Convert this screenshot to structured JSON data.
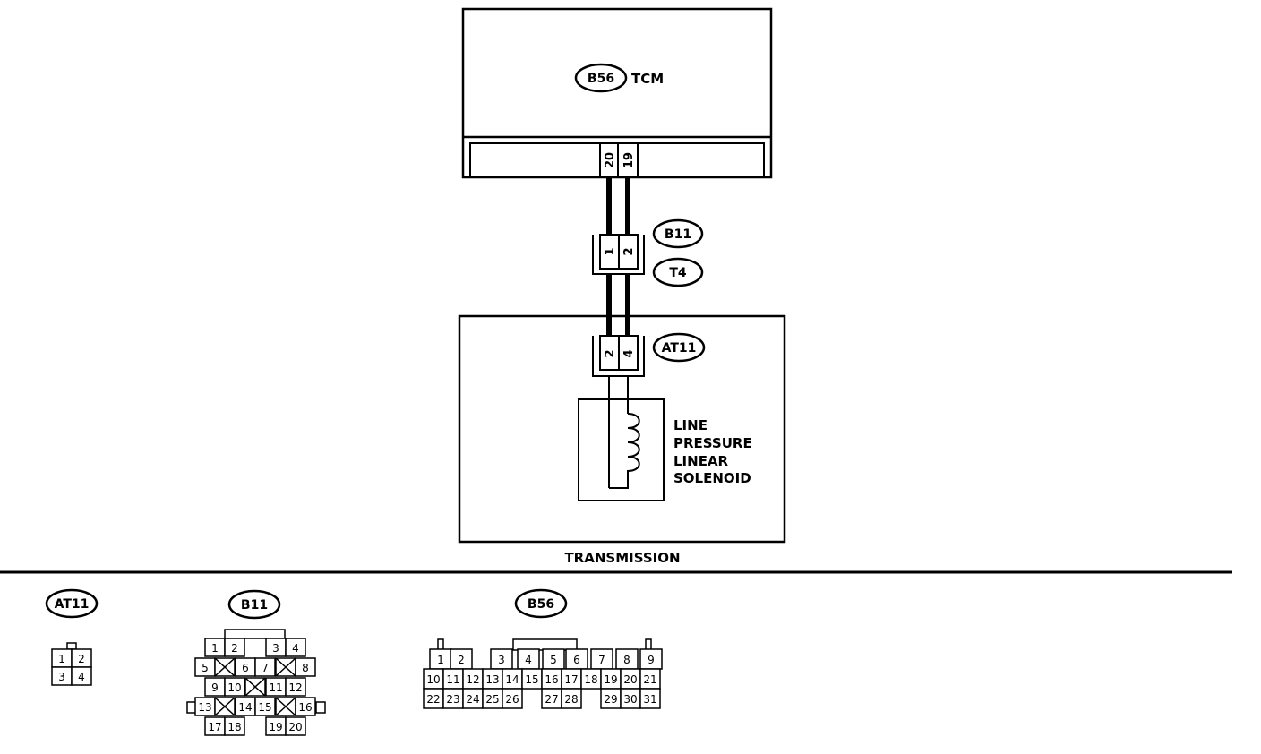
{
  "tcm": {
    "connector": "B56",
    "label": "TCM",
    "pins": [
      "20",
      "19"
    ]
  },
  "harness_connector": {
    "ids": [
      "B11",
      "T4"
    ],
    "pins": [
      "1",
      "2"
    ]
  },
  "solenoid_connector": {
    "id": "AT11",
    "pins": [
      "2",
      "4"
    ]
  },
  "solenoid": {
    "lines": [
      "LINE",
      "PRESSURE",
      "LINEAR",
      "SOLENOID"
    ]
  },
  "transmission_label": "TRANSMISSION",
  "connector_views": {
    "at11": {
      "id": "AT11",
      "pins": [
        "1",
        "2",
        "3",
        "4"
      ]
    },
    "b11": {
      "id": "B11",
      "pins": [
        "1",
        "2",
        "3",
        "4",
        "5",
        "6",
        "7",
        "8",
        "9",
        "10",
        "11",
        "12",
        "13",
        "14",
        "15",
        "16",
        "17",
        "18",
        "19",
        "20"
      ]
    },
    "b56": {
      "id": "B56",
      "pins": [
        "1",
        "2",
        "3",
        "4",
        "5",
        "6",
        "7",
        "8",
        "9",
        "10",
        "11",
        "12",
        "13",
        "14",
        "15",
        "16",
        "17",
        "18",
        "19",
        "20",
        "21",
        "22",
        "23",
        "24",
        "25",
        "26",
        "27",
        "28",
        "29",
        "30",
        "31"
      ]
    }
  }
}
